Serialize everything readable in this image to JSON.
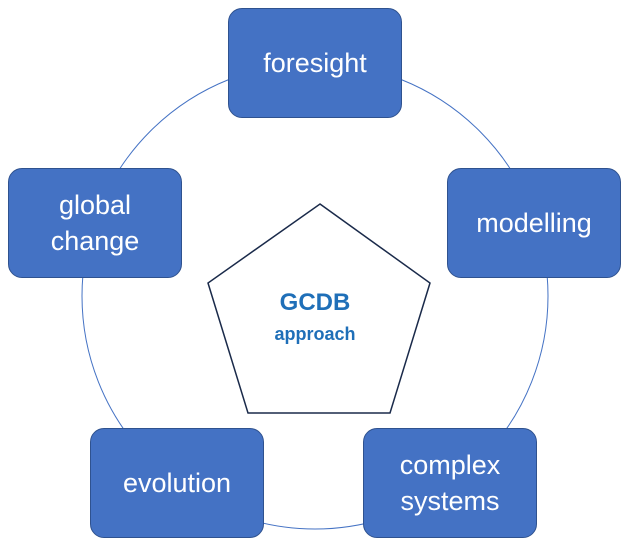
{
  "center": {
    "title": "GCDB",
    "subtitle": "approach"
  },
  "nodes": [
    {
      "label": "foresight"
    },
    {
      "label": "modelling"
    },
    {
      "label": "complex systems"
    },
    {
      "label": "evolution"
    },
    {
      "label": "global change"
    }
  ],
  "colors": {
    "box": "#4472C4",
    "border": "#2F528F",
    "text_center": "#1F6FB8"
  }
}
